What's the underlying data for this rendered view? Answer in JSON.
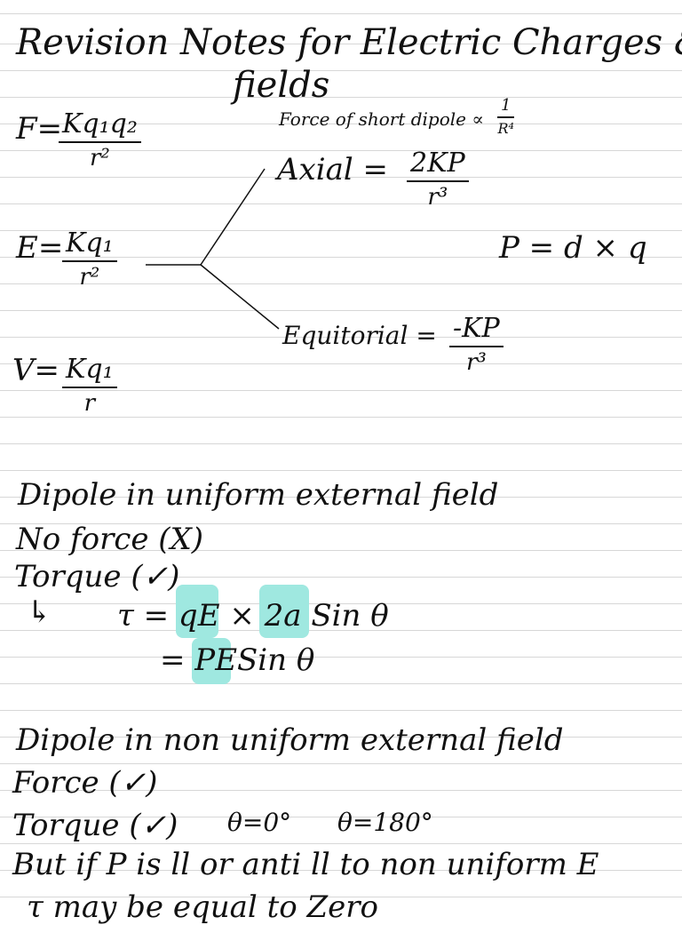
{
  "title": {
    "line1": "Revision Notes for Electric Charges &",
    "line2": "fields"
  },
  "formulas": {
    "force_label": "F=",
    "force_num": "Kq₁q₂",
    "force_den": "r²",
    "field_label": "E=",
    "field_num": "Kq₁",
    "field_den": "r²",
    "potential_label": "V=",
    "potential_num": "Kq₁",
    "potential_den": "r"
  },
  "dipole_force_note": {
    "text": "Force of short dipole ∝",
    "num": "1",
    "den": "R⁴"
  },
  "axial": {
    "label": "Axial =",
    "num": "2KP",
    "den": "r³"
  },
  "dipole_moment": "P = d × q",
  "equatorial": {
    "label": "Equitorial =",
    "num": "-KP",
    "den": "r³"
  },
  "uniform_section": {
    "heading": "Dipole in uniform external field",
    "line1": "No force (X)",
    "line2": "Torque (✓)",
    "torque_arrow": "↳",
    "torque_eq_a": "τ = ",
    "torque_q": "q",
    "torque_mid": "E × ",
    "torque_2a": "2a",
    "torque_end": " Sin θ",
    "torque2_eq": "= ",
    "torque2_p": "P",
    "torque2_end": "ESin θ"
  },
  "nonuniform_section": {
    "heading": "Dipole in non uniform external field",
    "line1": "Force (✓)",
    "line2": "Torque (✓)",
    "angle1": "θ=0°",
    "angle2": "θ=180°",
    "line3": "But if P is ll or anti ll to non uniform E",
    "line4": "τ may be equal to Zero"
  },
  "colors": {
    "highlight": "#9fe8e0",
    "ink": "#111111",
    "rule": "#d7d7d7"
  }
}
